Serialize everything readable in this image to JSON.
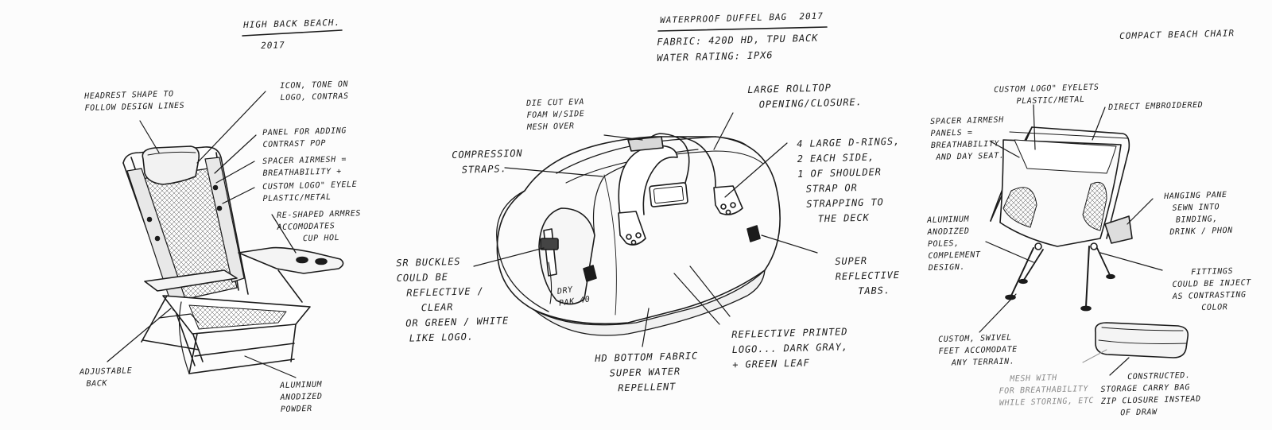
{
  "chair_left": {
    "title": "HIGH BACK BEACH.",
    "year": "2017",
    "notes": {
      "headrest": [
        "HEADREST SHAPE TO",
        "FOLLOW DESIGN LINES"
      ],
      "icon_tone": [
        "ICON, TONE ON",
        "LOGO, CONTRAS"
      ],
      "panel": [
        "PANEL FOR ADDING",
        "CONTRAST POP"
      ],
      "spacer": [
        "SPACER AIRMESH =",
        "BREATHABILITY +"
      ],
      "eyelets": [
        "CUSTOM LOGO\" EYELE",
        "PLASTIC/METAL"
      ],
      "armrest": [
        "RE-SHAPED ARMRES",
        "ACCOMODATES",
        "CUP HOL"
      ],
      "adjustable": [
        "ADJUSTABLE",
        "BACK"
      ],
      "aluminum": [
        "ALUMINUM",
        "ANODIZED",
        "POWDER"
      ]
    }
  },
  "duffel": {
    "title": "WATERPROOF DUFFEL BAG",
    "year": "2017",
    "fabric": "FABRIC: 420D HD, TPU BACK",
    "water_rating": "WATER RATING: IPX6",
    "notes": {
      "die_cut": [
        "DIE CUT EVA",
        "FOAM W/SIDE",
        "MESH OVER"
      ],
      "rolltop": [
        "LARGE ROLLTOP",
        "OPENING/CLOSURE."
      ],
      "compression": [
        "COMPRESSION",
        "STRAPS."
      ],
      "drings": [
        "4 LARGE D-RINGS,",
        "2 EACH SIDE,",
        "1 OF SHOULDER",
        "STRAP OR",
        "STRAPPING TO",
        "THE DECK"
      ],
      "buckles": [
        "SR BUCKLES",
        "COULD BE",
        "REFLECTIVE /",
        "CLEAR",
        "OR GREEN / WHITE",
        "LIKE LOGO."
      ],
      "reflective_tabs": [
        "SUPER",
        "REFLECTIVE",
        "TABS."
      ],
      "reflective_logo": [
        "REFLECTIVE PRINTED",
        "LOGO... DARK GRAY,",
        "+ GREEN LEAF"
      ],
      "bottom": [
        "HD BOTTOM FABRIC",
        "SUPER WATER",
        "REPELLENT"
      ],
      "bag_label": [
        "DRY",
        "PAK 40"
      ]
    }
  },
  "chair_right": {
    "title": "COMPACT BEACH CHAIR",
    "notes": {
      "eyelets": [
        "CUSTOM LOGO\" EYELETS",
        "PLASTIC/METAL"
      ],
      "embroidered": [
        "DIRECT EMBROIDERED"
      ],
      "spacer": [
        "SPACER AIRMESH",
        "PANELS =",
        "BREATHABILITY",
        "AND DAY SEAT."
      ],
      "hanging": [
        "HANGING PANE",
        "SEWN INTO",
        "BINDING,",
        "DRINK / PHON"
      ],
      "aluminium": [
        "ALUMINUM",
        "ANODIZED",
        "POLES,",
        "COMPLEMENT",
        "DESIGN."
      ],
      "fittings": [
        "FITTINGS",
        "COULD BE INJECT",
        "AS CONTRASTING",
        "COLOR"
      ],
      "swivel": [
        "CUSTOM, SWIVEL",
        "FEET ACCOMODATE",
        "ANY TERRAIN."
      ],
      "mesh_faint": [
        "MESH WITH",
        "FOR BREATHABILITY",
        "WHILE STORING, ETC"
      ],
      "storage": [
        "CONSTRUCTED.",
        "STORAGE CARRY BAG",
        "ZIP CLOSURE INSTEAD",
        "OF DRAW"
      ]
    }
  },
  "colors": {
    "ink": "#1b1b1b",
    "paper": "#fcfcfc",
    "faint": "#8a8a8a"
  }
}
